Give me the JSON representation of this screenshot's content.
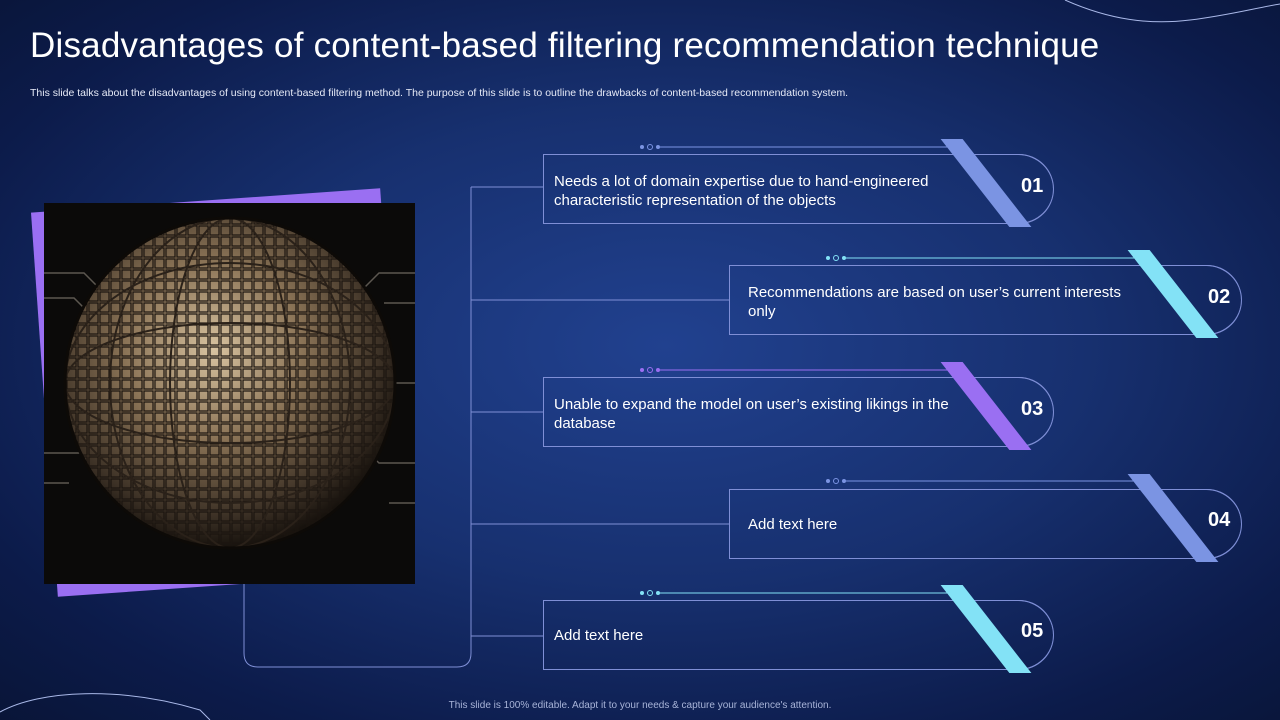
{
  "header": {
    "title": "Disadvantages of content-based filtering recommendation technique",
    "subtitle": "This slide talks about the disadvantages of using content-based filtering method. The purpose of this slide is to outline the drawbacks of content-based recommendation system."
  },
  "image": {
    "alt": "sphere of face photographs on circuit board"
  },
  "items": [
    {
      "number": "01",
      "text": "Needs a lot of domain expertise due to hand-engineered characteristic representation of the objects",
      "accent": "#7b94e3"
    },
    {
      "number": "02",
      "text": "Recommendations are based on user’s current interests only",
      "accent": "#83e2f6"
    },
    {
      "number": "03",
      "text": "Unable to expand the model on user’s existing likings in the database",
      "accent": "#9a6ff2"
    },
    {
      "number": "04",
      "text": "Add text here",
      "accent": "#7b94e3"
    },
    {
      "number": "05",
      "text": "Add text here",
      "accent": "#83e2f6"
    }
  ],
  "footer": {
    "text": "This slide is 100% editable. Adapt it to your needs & capture your audience's attention."
  },
  "colors": {
    "background": "#17306f",
    "outline": "#7f8fd6"
  }
}
